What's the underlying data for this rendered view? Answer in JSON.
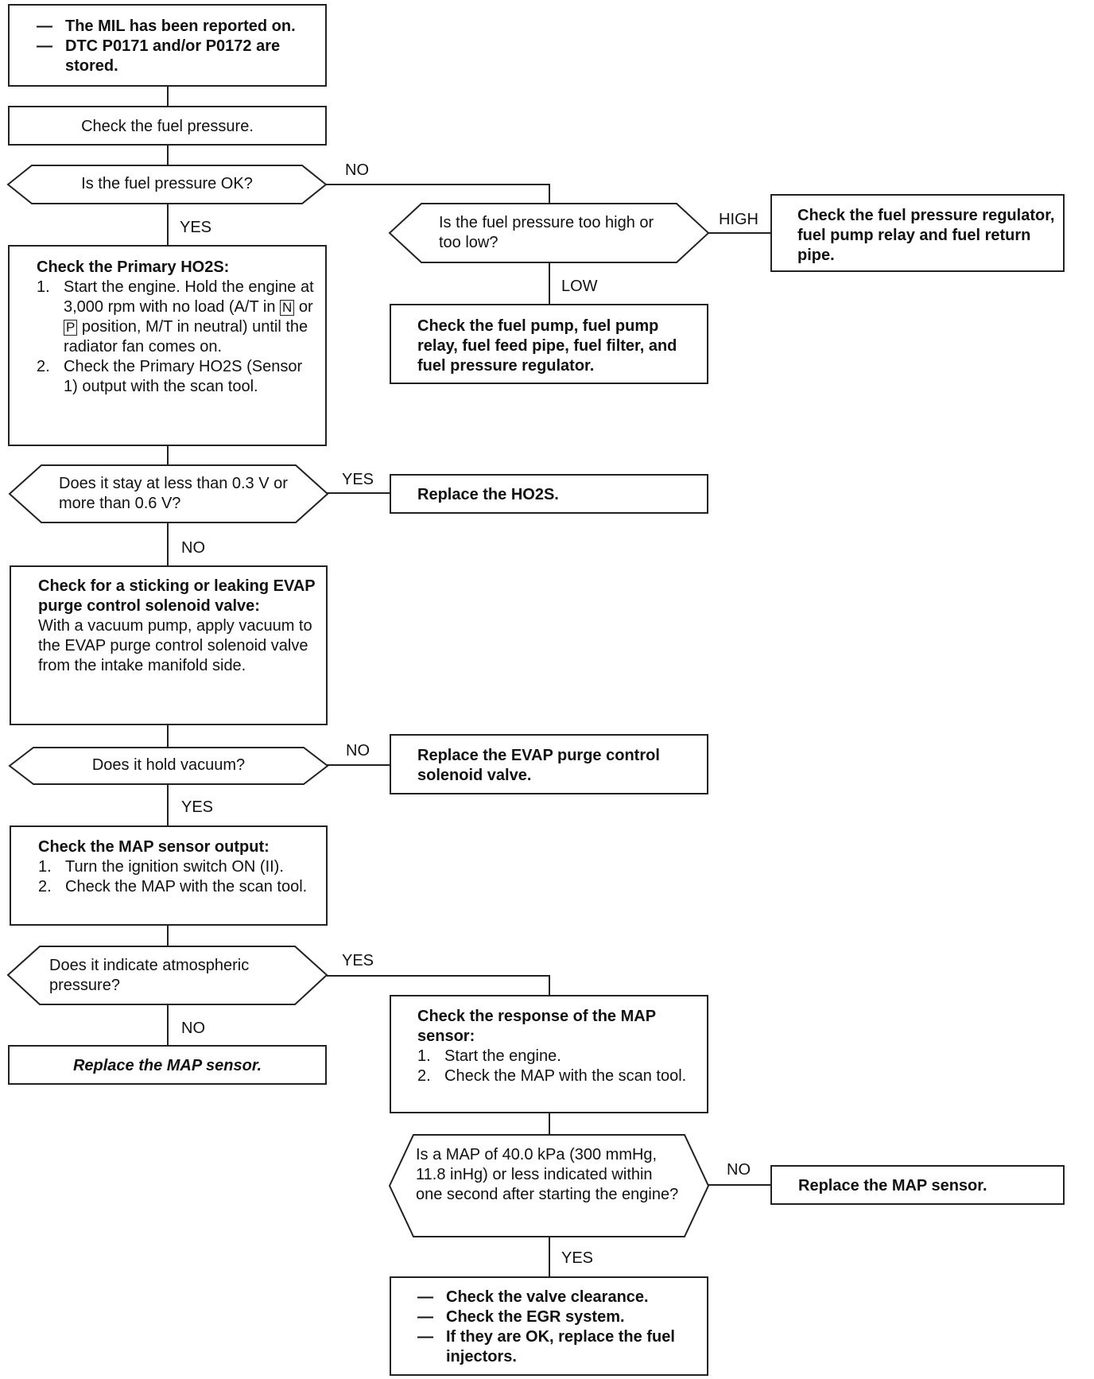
{
  "nodes": {
    "start": {
      "lines": [
        "The MIL has been reported on.",
        "DTC P0171 and/or P0172 are stored."
      ]
    },
    "check_fuel_pressure": {
      "text": "Check the fuel pressure."
    },
    "q_fuel_ok": {
      "text": "Is the fuel pressure OK?"
    },
    "q_high_low": {
      "text": "Is the fuel pressure too high or too low?"
    },
    "fix_high": {
      "text": "Check the fuel pressure regulator, fuel pump relay and fuel return pipe."
    },
    "fix_low": {
      "text": "Check the fuel pump, fuel pump relay, fuel feed pipe, fuel filter, and fuel pressure regulator."
    },
    "check_ho2s": {
      "title": "Check the Primary HO2S:",
      "step1_num": "1.",
      "step1_a": "Start the engine. Hold the engine at 3,000 rpm with no load (A/T in",
      "step1_key_n": "N",
      "step1_or": "or",
      "step1_key_p": "P",
      "step1_b": "position, M/T in neutral) until the radiator fan comes on.",
      "step2_num": "2.",
      "step2": "Check the Primary HO2S (Sensor 1) output with the scan tool."
    },
    "q_voltage": {
      "text": "Does it stay at less than 0.3 V or more than 0.6 V?"
    },
    "fix_ho2s": {
      "text": "Replace the HO2S."
    },
    "check_evap": {
      "title": "Check for a sticking or leaking EVAP purge control solenoid valve:",
      "body": "With a vacuum pump, apply vacuum to the EVAP purge control solenoid valve from the intake manifold side."
    },
    "q_vacuum": {
      "text": "Does it hold vacuum?"
    },
    "fix_evap": {
      "text": "Replace the EVAP purge control solenoid valve."
    },
    "check_map": {
      "title": "Check the MAP sensor output:",
      "step1_num": "1.",
      "step1": "Turn the ignition switch ON (II).",
      "step2_num": "2.",
      "step2": "Check the MAP with the scan tool."
    },
    "q_atm": {
      "text": "Does it indicate atmospheric pressure?"
    },
    "fix_map1": {
      "text": "Replace the MAP sensor."
    },
    "check_map_resp": {
      "title": "Check the response of the MAP sensor:",
      "step1_num": "1.",
      "step1": "Start the engine.",
      "step2_num": "2.",
      "step2": "Check the MAP with the scan tool."
    },
    "q_map_value": {
      "text": "Is a MAP of 40.0 kPa (300 mmHg, 11.8 inHg) or less indicated within one second after starting the engine?"
    },
    "fix_map2": {
      "text": "Replace the MAP sensor."
    },
    "final": {
      "lines": [
        "Check the valve clearance.",
        "Check the EGR system.",
        "If they are OK, replace the fuel injectors."
      ]
    }
  },
  "edge_labels": {
    "no1": "NO",
    "yes1": "YES",
    "high": "HIGH",
    "low": "LOW",
    "yes2": "YES",
    "no2": "NO",
    "no3": "NO",
    "yes3": "YES",
    "yes4": "YES",
    "no4": "NO",
    "no5": "NO",
    "yes5": "YES"
  }
}
